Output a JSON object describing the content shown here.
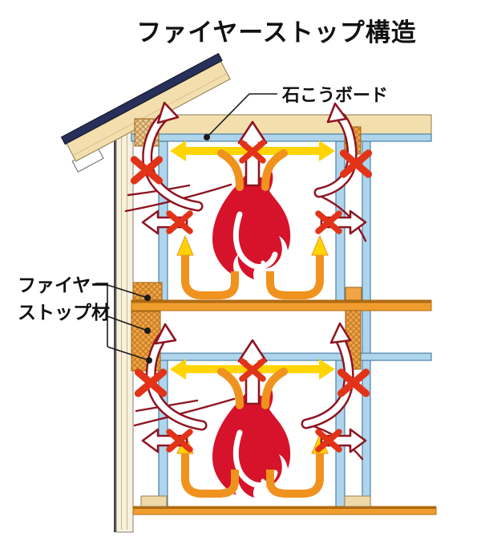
{
  "title": "ファイヤーストップ構造",
  "diagram": {
    "labels": {
      "gypsum_board": "石こうボード",
      "firestop_material_line1": "ファイヤー",
      "firestop_material_line2": "ストップ材"
    },
    "icons": {
      "flame": "flame-icon",
      "blocked_mark": "x-mark-icon",
      "contained_heat_flow": "yellow-arrow-icon",
      "blocked_escape_flow": "white-outline-arrow-icon"
    },
    "colors": {
      "text_black": "#111111",
      "flame_red": "#D6132B",
      "arrow_yellow": "#FFD400",
      "arrow_orange": "#F0921E",
      "x_mark_red": "#E23318",
      "arrow_outline_dark_red": "#8E1522",
      "wood_tan": "#F3DFAE",
      "gypsum_blue": "#AED5EC",
      "gypsum_blue_edge": "#4E81A8",
      "floor_orange": "#EF9D2E",
      "floor_orange_edge": "#B06A10",
      "firestop_orange": "#F2A444",
      "roof_navy": "#26305A",
      "sheathing_cream": "#F7F0DE"
    }
  }
}
